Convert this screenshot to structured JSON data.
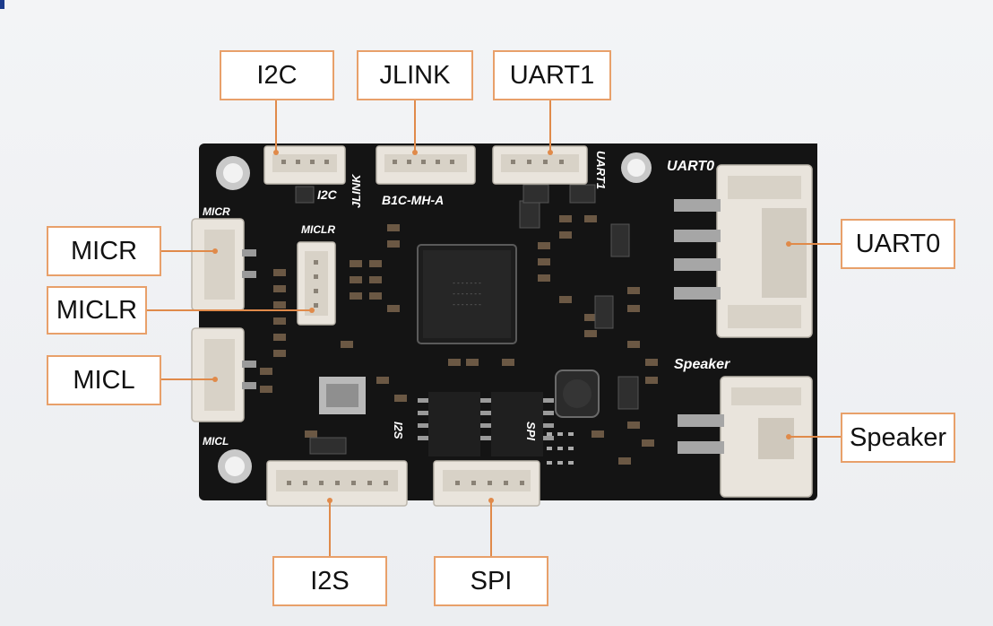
{
  "labels": {
    "i2c": "I2C",
    "jlink": "JLINK",
    "uart1": "UART1",
    "uart0": "UART0",
    "micr": "MICR",
    "miclr": "MICLR",
    "micl": "MICL",
    "speaker": "Speaker",
    "i2s": "I2S",
    "spi": "SPI"
  },
  "silkscreen": {
    "uart0": "UART0",
    "speaker": "Speaker",
    "micr": "MICR",
    "miclr": "MICLR",
    "micl": "MICL",
    "i2c": "I2C",
    "jlink": "JLINK",
    "b1c": "B1C-MH-A",
    "uart1": "UART1",
    "i2s": "I2S",
    "spi": "SPI"
  },
  "colors": {
    "callout_border": "#e8a06a",
    "leader_line": "#e08a4a",
    "pcb": "#141414",
    "connector": "#e9e4dc"
  }
}
